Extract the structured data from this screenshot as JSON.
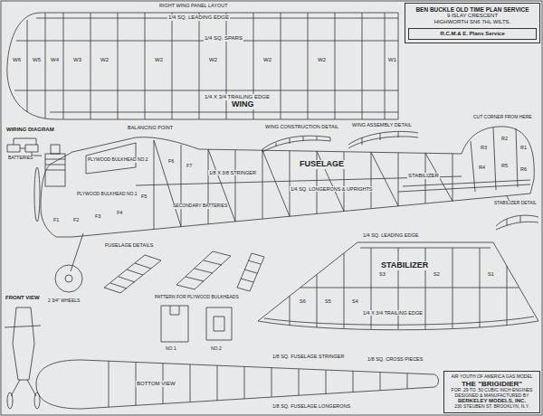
{
  "diagram": {
    "nodes": [
      {
        "text": [
          "BEN BUCKLE OLD TIME PLAN SERVICE",
          "9 ISLAY CRESCENT",
          "HIGHWORTH SN6 7HL WILTS."
        ]
      },
      {
        "text": [
          "R.C.M.& E. Plans Service"
        ],
        "in": 0
      },
      {
        "text": [
          "AIR YOUTH OF AMERICA GAS MODEL",
          "THE \"BRIGIDIER\"",
          "FOR .29 TO .50 CUBIC INCH ENGINES",
          "DESIGNED & MANUFACTURED BY",
          "BERKELEY MODELS, INC.",
          "230 STEUBEN ST. BROOKLYN, N.Y."
        ]
      }
    ],
    "labels": [
      "RIGHT WING PANEL LAYOUT",
      "1/4 SQ. LEADING EDGE",
      "1/4 SQ. SPARS",
      "W6",
      "W5",
      "W4",
      "W3",
      "W2",
      "W2",
      "W2",
      "W2",
      "W2",
      "W1",
      "1/4 X 3/4 TRAILING EDGE",
      "WING",
      "WIRING DIAGRAM",
      "BALANCING POINT",
      "WING CONSTRUCTION DETAIL",
      "WING ASSEMBLY DETAIL",
      "CUT CORNER FROM HERE",
      "BATTERIES",
      "R1",
      "R2",
      "R3",
      "R4",
      "R5",
      "R6",
      "PLYWOOD BULKHEAD NO.2",
      "PLYWOOD BULKHEAD NO.1",
      "1/8 X 3/8 STRINGER",
      "FUSELAGE",
      "1/4 SQ. LONGERONS & UPRIGHTS",
      "F1",
      "F2",
      "F3",
      "F4",
      "F5",
      "F6",
      "F7",
      "SECONDARY BATTERIES",
      "STABILIZER",
      "STABILIZER DETAIL",
      "FUSELAGE DETAILS",
      "1/4 SQ. LEADING EDGE",
      "STABILIZER",
      "S6",
      "S5",
      "S4",
      "S3",
      "S2",
      "S1",
      "1/4 X 3/4 TRAILING EDGE",
      "FRONT VIEW",
      "2 3/4\" WHEELS",
      "PATTERN FOR PLYWOOD BULKHEADS",
      "NO.1",
      "NO.2",
      "1/8 SQ. FUSELAGE STRINGER",
      "1/8 SQ. CROSS PIECES",
      "BOTTOM VIEW",
      "1/8 SQ. FUSELAGE LONGERONS"
    ]
  }
}
